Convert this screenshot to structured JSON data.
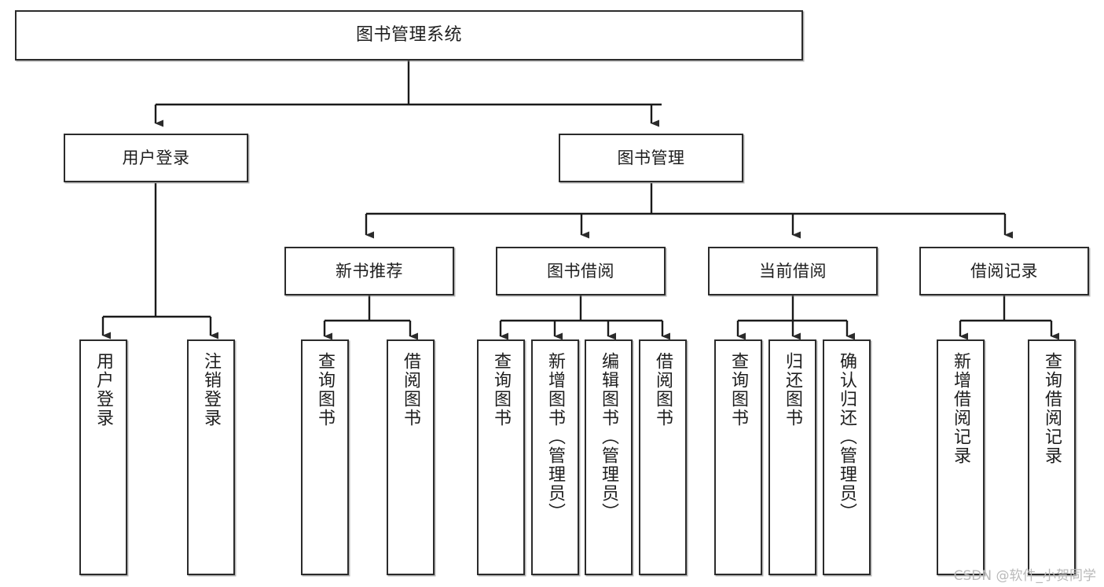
{
  "diagram": {
    "title": "图书管理系统",
    "type": "tree-hierarchy-diagram",
    "watermark": "CSDN @软件_小贺同学",
    "colors": {
      "background": "#ffffff",
      "node_border": "#2b2b2b",
      "node_fill": "#ffffff",
      "edge": "#1a1a1a",
      "text": "#1e1e1e",
      "watermark": "#b9b9b9"
    }
  },
  "nodes": {
    "root": {
      "label": "图书管理系统",
      "level": 0
    },
    "level1": [
      {
        "id": "user-login",
        "label": "用户登录"
      },
      {
        "id": "book-manage",
        "label": "图书管理"
      }
    ],
    "level2": [
      {
        "id": "new-book-recommend",
        "label": "新书推荐"
      },
      {
        "id": "book-borrow",
        "label": "图书借阅"
      },
      {
        "id": "current-borrow",
        "label": "当前借阅"
      },
      {
        "id": "borrow-record",
        "label": "借阅记录"
      }
    ],
    "leaves": {
      "user-login": [
        {
          "id": "leaf-user-login",
          "label": "用户登录"
        },
        {
          "id": "leaf-logout-login",
          "label": "注销登录"
        }
      ],
      "new-book-recommend": [
        {
          "id": "leaf-query-book-1",
          "label": "查询图书"
        },
        {
          "id": "leaf-borrow-book-1",
          "label": "借阅图书"
        }
      ],
      "book-borrow": [
        {
          "id": "leaf-query-book-2",
          "label": "查询图书"
        },
        {
          "id": "leaf-add-book",
          "label": "新增图书（管理员）"
        },
        {
          "id": "leaf-edit-book",
          "label": "编辑图书（管理员）"
        },
        {
          "id": "leaf-borrow-book-2",
          "label": "借阅图书"
        }
      ],
      "current-borrow": [
        {
          "id": "leaf-query-book-3",
          "label": "查询图书"
        },
        {
          "id": "leaf-return-book",
          "label": "归还图书"
        },
        {
          "id": "leaf-confirm-return",
          "label": "确认归还（管理员）"
        }
      ],
      "borrow-record": [
        {
          "id": "leaf-add-record",
          "label": "新增借阅记录"
        },
        {
          "id": "leaf-query-record",
          "label": "查询借阅记录"
        }
      ]
    }
  }
}
